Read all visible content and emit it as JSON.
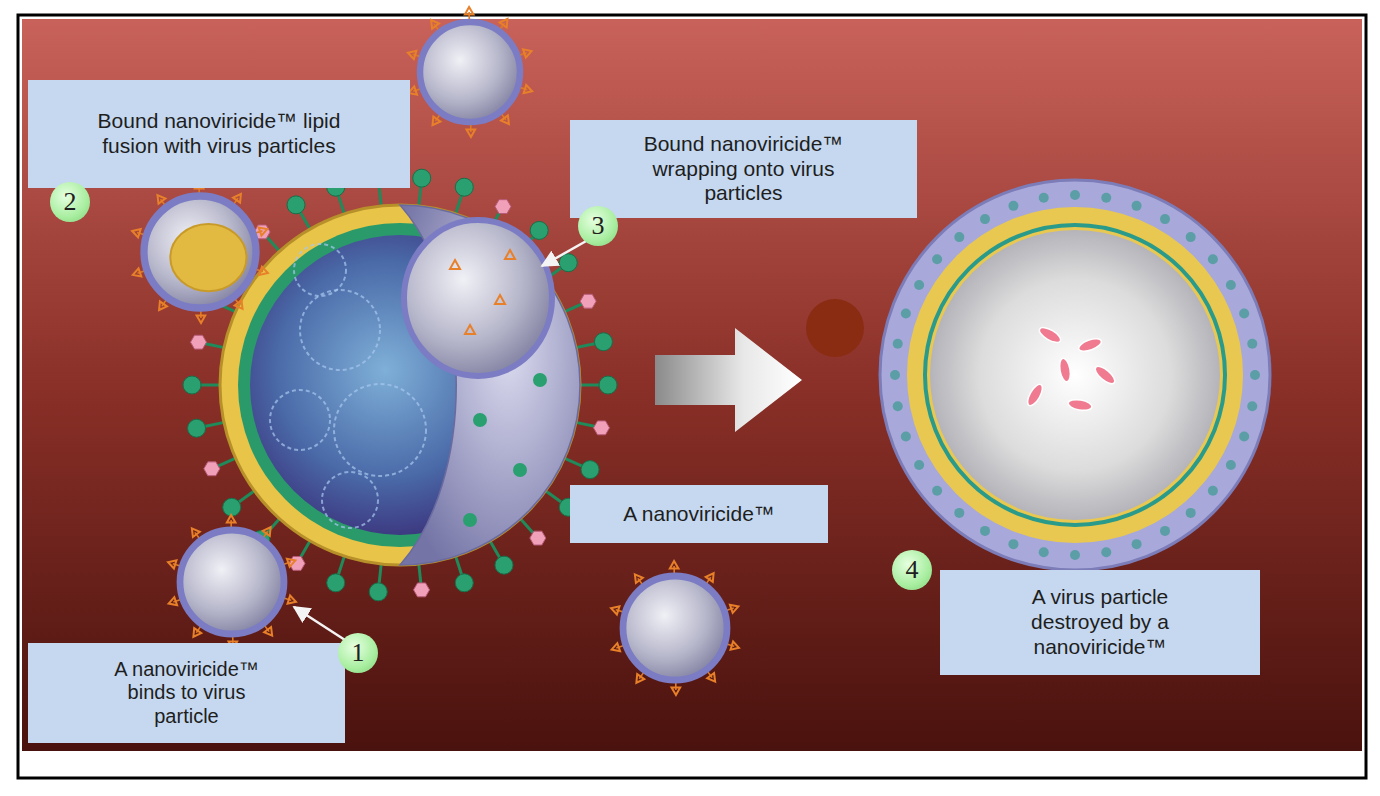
{
  "diagram": {
    "nodes": [
      {
        "text": [
          "Bound nanoviricide™ lipid fusion with virus particles"
        ]
      },
      {
        "text": [
          "Bound nanoviricide™ wrapping onto virus particles"
        ]
      },
      {
        "text": [
          "A nanoviricide™"
        ]
      },
      {
        "text": [
          "A nanoviricide™ binds to virus particle"
        ]
      },
      {
        "text": [
          "A virus particle destroyed by a nanoviricide™"
        ]
      }
    ],
    "labels": [
      "1",
      "2",
      "3",
      "4"
    ]
  }
}
